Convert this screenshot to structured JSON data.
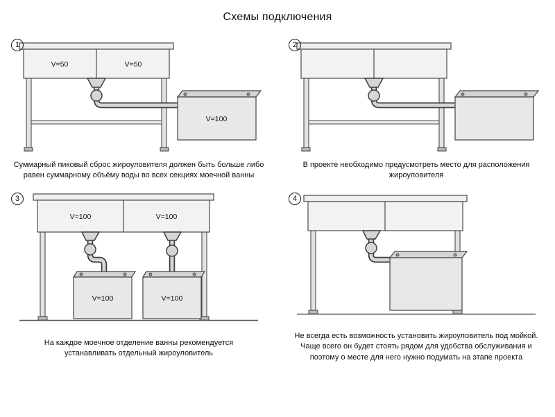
{
  "title": "Схемы подключения",
  "schemes": [
    {
      "number": "1",
      "basin_labels": [
        "V=50",
        "V=50"
      ],
      "trap_label": "V=100",
      "caption": "Суммарный пиковый сброс жироуловителя должен быть больше либо равен суммарному объёму воды во всех секциях моечной ванны"
    },
    {
      "number": "2",
      "caption": "В проекте необходимо предусмотреть место для расположения жироуловителя"
    },
    {
      "number": "3",
      "basin_labels": [
        "V=100",
        "V=100"
      ],
      "trap_labels": [
        "V=100",
        "V=100"
      ],
      "caption": "На каждое моечное отделение ванны рекомендуется устанавливать отдельный жироуловитель"
    },
    {
      "number": "4",
      "caption": "Не всегда есть возможность установить жироуловитель под мойкой. Чаще всего он будет стоять рядом для удобства обслуживания и поэтому о месте для него нужно подумать на этапе проекта"
    }
  ]
}
